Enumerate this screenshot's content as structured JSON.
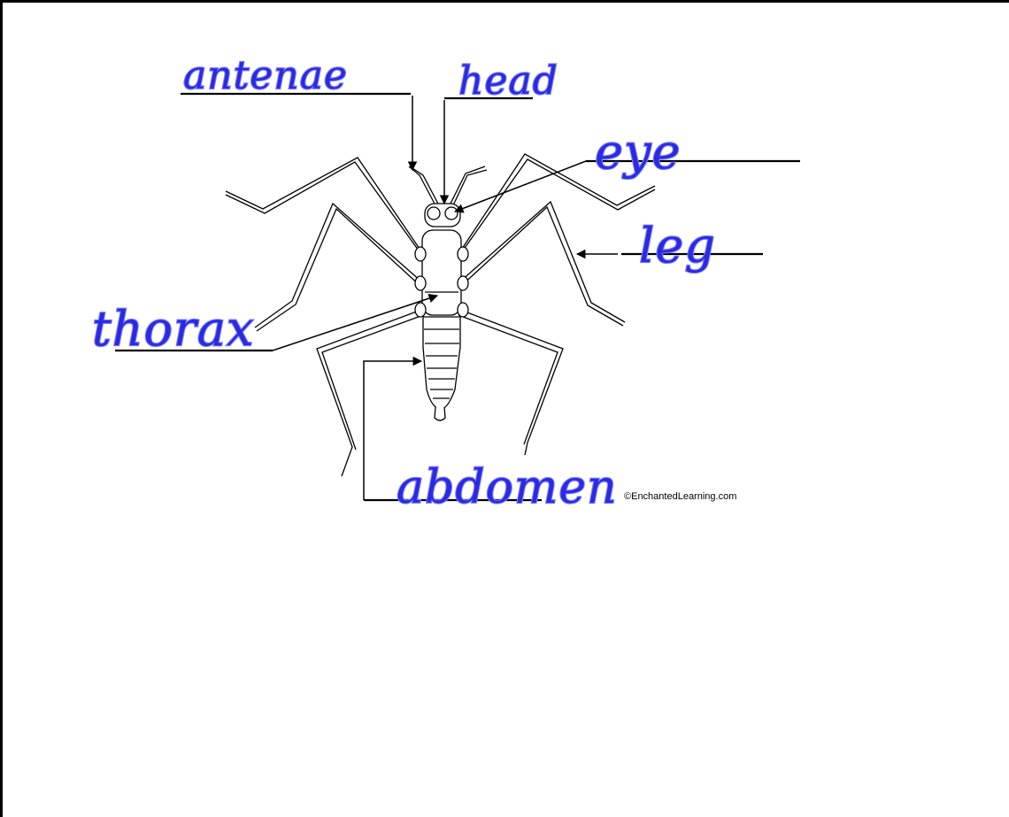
{
  "diagram": {
    "labels": {
      "antennae": "antenae",
      "head": "head",
      "eye": "eye",
      "leg": "leg",
      "thorax": "thorax",
      "abdomen": "abdomen"
    },
    "credit": "©EnchantedLearning.com",
    "colors": {
      "ink": "#2a2ae0",
      "ink_outline": "#7a7aff",
      "lines": "#000000"
    }
  }
}
